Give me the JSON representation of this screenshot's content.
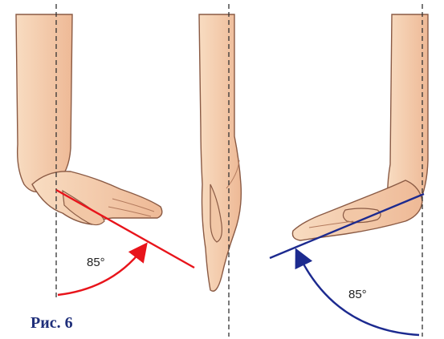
{
  "figure": {
    "caption": "Рис. 6",
    "left_angle_label": "85°",
    "right_angle_label": "85°"
  },
  "colors": {
    "flexion_line": "#e8141b",
    "extension_line": "#1c2a8f",
    "reference_line": "#333333",
    "skin": "#f6d3b4",
    "skin_shadow": "#e2a889",
    "outline": "#8a5a44"
  },
  "icons": [
    "left-hand-flexion-drawing",
    "center-hand-neutral-drawing",
    "right-hand-extension-drawing"
  ]
}
